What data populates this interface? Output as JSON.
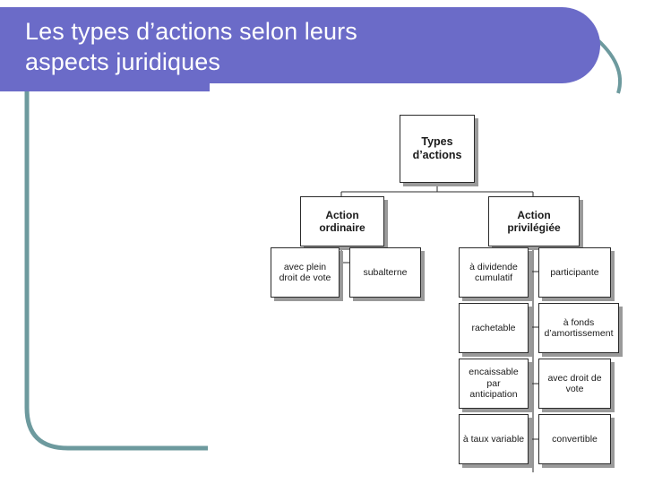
{
  "slide": {
    "title": "Les types d’actions selon leurs aspects juridiques",
    "title_line1": "Les types d’actions selon leurs",
    "title_line2": "aspects juridiques",
    "colors": {
      "banner": "#6b6bc8",
      "accent_line": "#6d9a9e",
      "node_border": "#2b2b2b",
      "node_shadow": "#9a9a9a",
      "background": "#ffffff",
      "title_text": "#ffffff"
    }
  },
  "chart_data": {
    "type": "tree",
    "title": "Types d’actions",
    "root": {
      "label": "Types\nd’actions",
      "children": [
        {
          "label": "Action\nordinaire",
          "children": [
            {
              "label": "avec plein\ndroit de vote"
            },
            {
              "label": "subalterne"
            }
          ]
        },
        {
          "label": "Action\nprivilégiée",
          "children": [
            {
              "label": "à dividende\ncumulatif"
            },
            {
              "label": "participante"
            },
            {
              "label": "rachetable"
            },
            {
              "label": "à fonds\nd’amortissement"
            },
            {
              "label": "encaissable\npar\nanticipation"
            },
            {
              "label": "avec droit de\nvote"
            },
            {
              "label": "à taux variable"
            },
            {
              "label": "convertible"
            }
          ]
        }
      ]
    }
  },
  "nodes": {
    "root": "Types\nd’actions",
    "ordinaire": "Action\nordinaire",
    "privilegiee": "Action\nprivilégiée",
    "avec_plein_droit_de_vote": "avec plein\ndroit de vote",
    "subalterne": "subalterne",
    "a_dividende_cumulatif": "à dividende\ncumulatif",
    "participante": "participante",
    "rachetable": "rachetable",
    "a_fonds_damortissement": "à fonds\nd’amortissement",
    "encaissable_par_anticipation": "encaissable\npar\nanticipation",
    "avec_droit_de_vote": "avec droit de\nvote",
    "a_taux_variable": "à taux variable",
    "convertible": "convertible"
  }
}
